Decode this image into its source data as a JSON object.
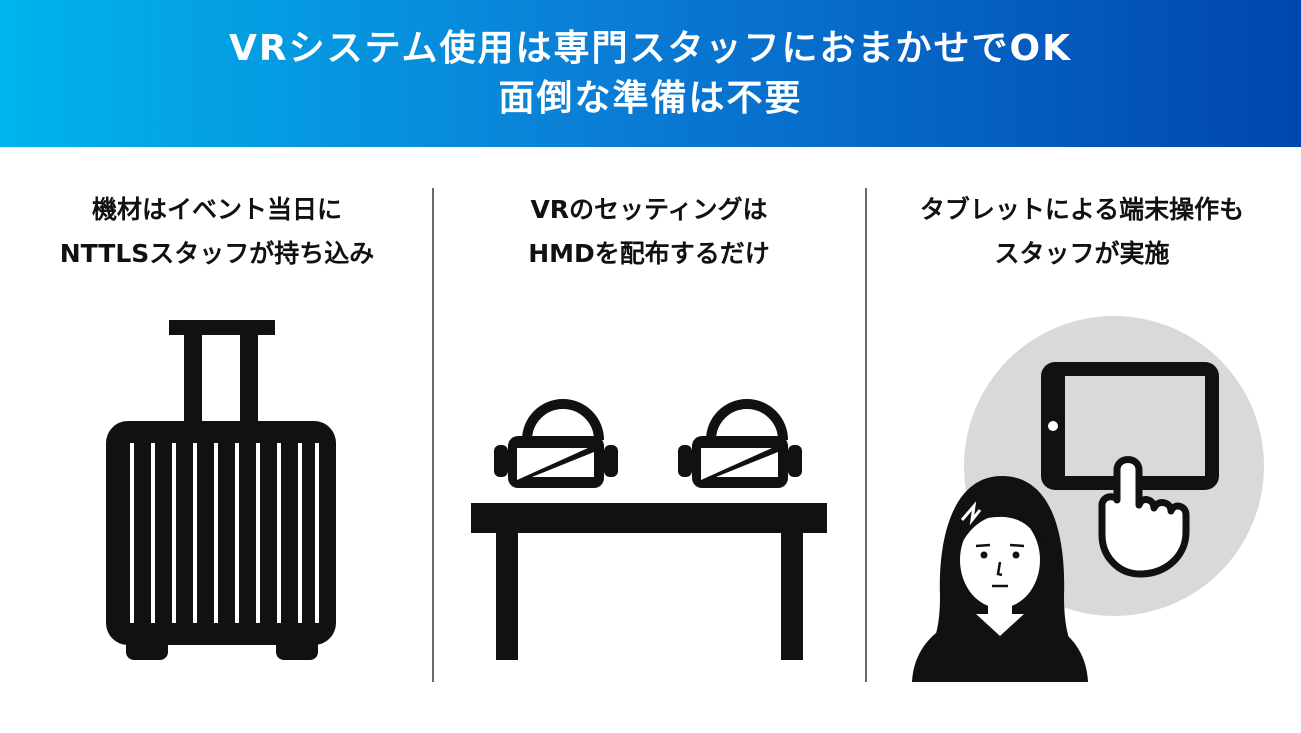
{
  "header": {
    "title_line1": "VRシステム使用は専門スタッフにおまかせでOK",
    "title_line2": "面倒な準備は不要"
  },
  "panels": [
    {
      "line1": "機材はイベント当日に",
      "line2": "NTTLSスタッフが持ち込み",
      "icon": "suitcase-icon"
    },
    {
      "line1": "VRのセッティングは",
      "line2": "HMDを配布するだけ",
      "icon": "vr-headsets-on-table-icon"
    },
    {
      "line1": "タブレットによる端末操作も",
      "line2": "スタッフが実施",
      "icon": "staff-operating-tablet-icon"
    }
  ],
  "colors": {
    "banner_start": "#00b4ec",
    "banner_end": "#0046b0",
    "icon": "#111111",
    "circle": "#d9d9d9"
  }
}
